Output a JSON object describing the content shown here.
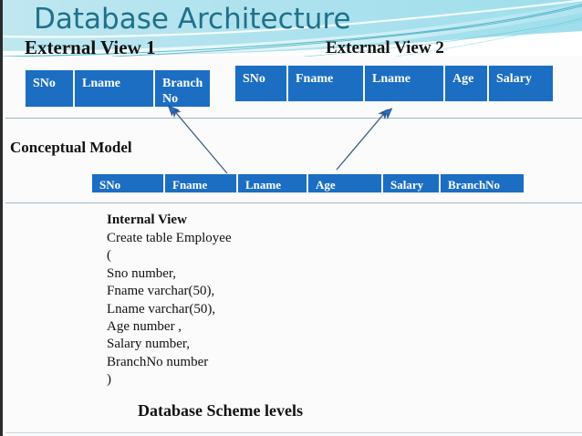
{
  "slide": {
    "title": "Database Architecture",
    "title_color": "#1f7189",
    "accent_table_color": "#1b6ec2",
    "divider_color": "#9fb6c8",
    "background_color": "#fbfbfb",
    "footer_caption": "Database Scheme levels"
  },
  "external_view_1": {
    "heading": "External View 1",
    "columns": [
      "SNo",
      "Lname",
      "Branch No"
    ]
  },
  "external_view_2": {
    "heading": "External View 2",
    "columns": [
      "SNo",
      "Fname",
      "Lname",
      "Age",
      "Salary"
    ]
  },
  "conceptual_model": {
    "heading": "Conceptual Model",
    "columns": [
      "SNo",
      "Fname",
      "Lname",
      "Age",
      "Salary",
      "BranchNo"
    ]
  },
  "internal_view": {
    "heading": "Internal View",
    "lines": [
      "Create table Employee",
      "(",
      "Sno number,",
      "Fname varchar(50),",
      "Lname varchar(50),",
      "Age number ,",
      "Salary number,",
      "BranchNo number",
      ")"
    ]
  },
  "arrows": [
    {
      "name": "arrow-conceptual-to-external-1",
      "direction": "up-left"
    },
    {
      "name": "arrow-conceptual-to-external-2",
      "direction": "up-right"
    }
  ]
}
